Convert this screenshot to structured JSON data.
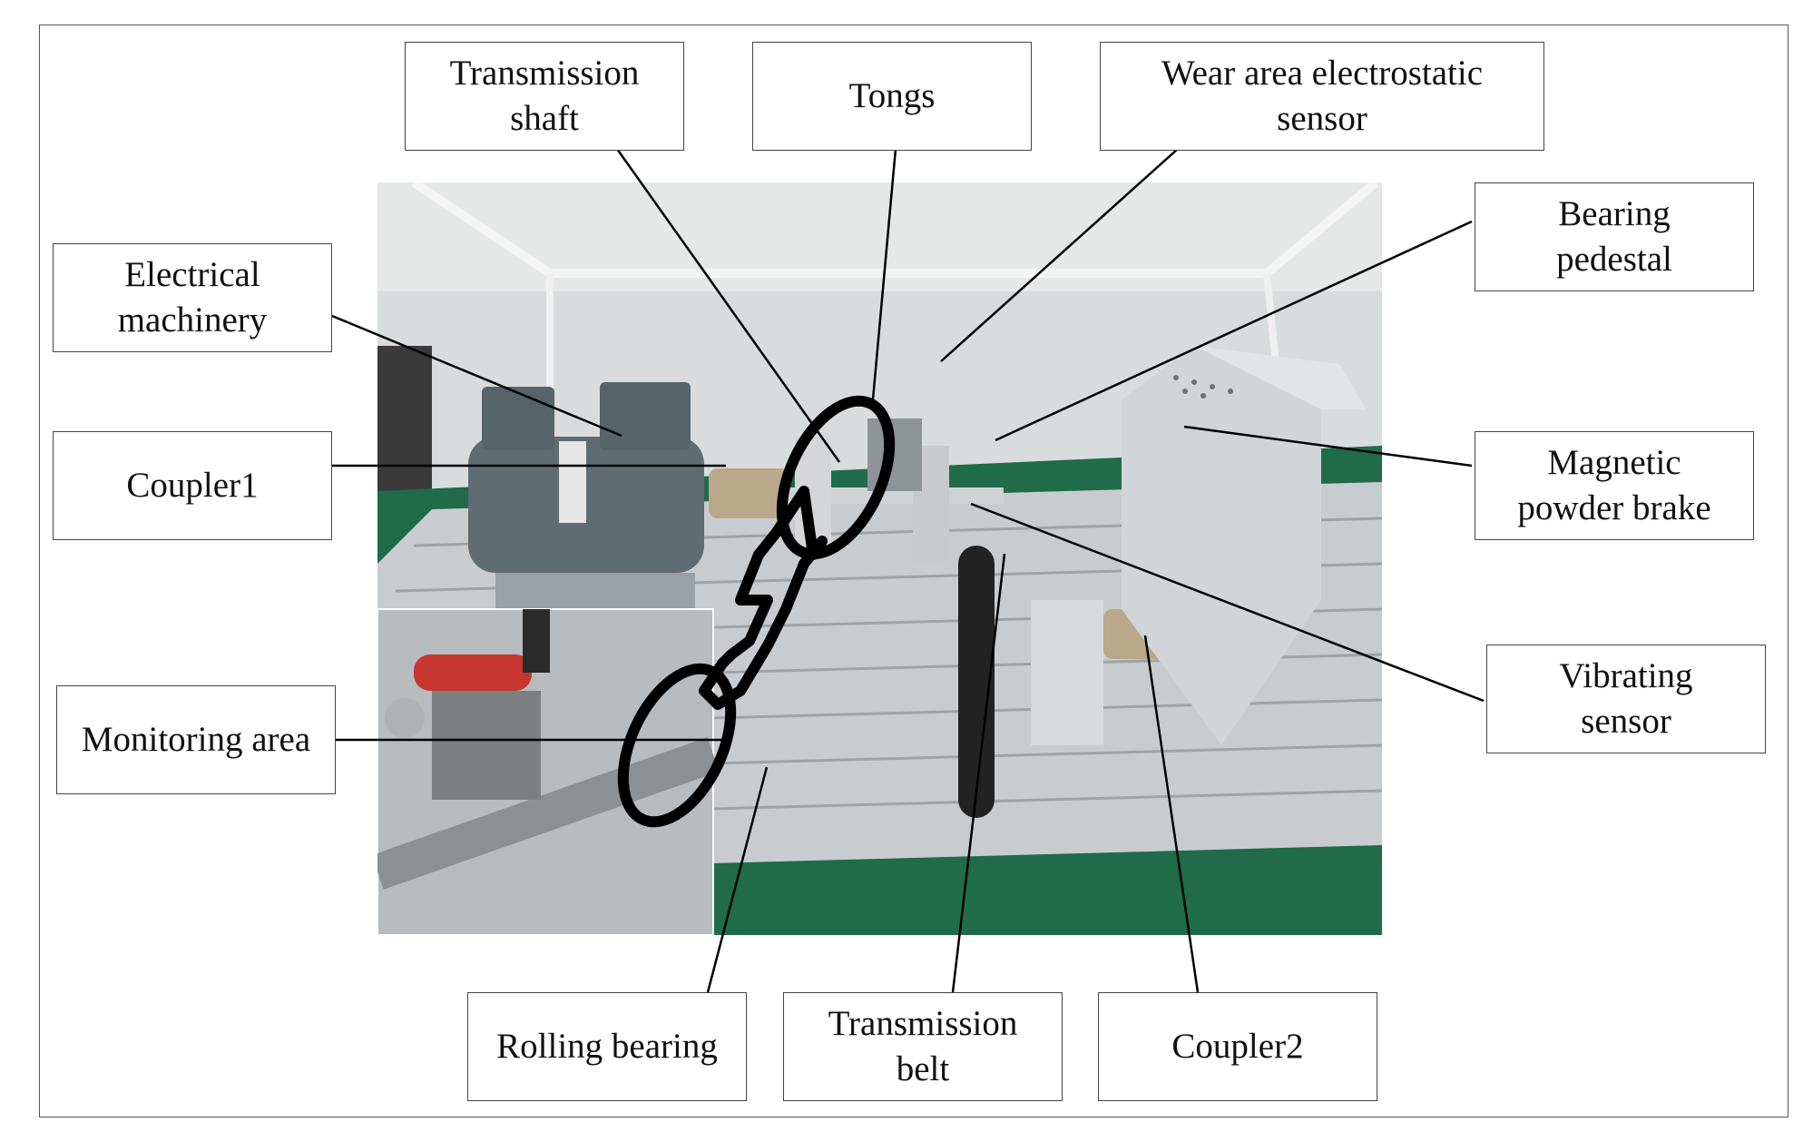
{
  "labels": {
    "transmission_shaft": [
      "Transmission",
      "shaft"
    ],
    "tongs": [
      "Tongs"
    ],
    "wear_area_sensor": [
      "Wear area electrostatic",
      "sensor"
    ],
    "bearing_pedestal": [
      "Bearing",
      "pedestal"
    ],
    "electrical_machinery": [
      "Electrical",
      "machinery"
    ],
    "coupler1": [
      "Coupler1"
    ],
    "magnetic_powder_brake": [
      "Magnetic",
      "powder brake"
    ],
    "monitoring_area": [
      "Monitoring area"
    ],
    "vibrating_sensor": [
      "Vibrating",
      "sensor"
    ],
    "rolling_bearing": [
      "Rolling bearing"
    ],
    "transmission_belt": [
      "Transmission",
      "belt"
    ],
    "coupler2": [
      "Coupler2"
    ]
  },
  "colors": {
    "background": "#ffffff",
    "frame": "#555555",
    "leader_line": "#000000",
    "bench_green": "#1f6b4a",
    "aluminium": "#c9ccce",
    "motor_grey": "#5f6d72"
  }
}
